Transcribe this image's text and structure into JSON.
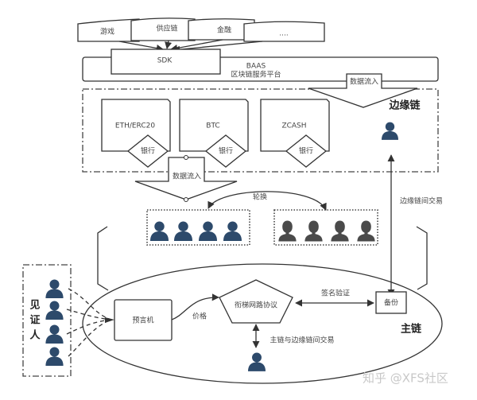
{
  "apps": [
    {
      "label": "游戏"
    },
    {
      "label": "供应链"
    },
    {
      "label": "金融"
    },
    {
      "label": "...."
    }
  ],
  "sdk": {
    "label": "SDK"
  },
  "baas": {
    "title": "BAAS",
    "subtitle": "区块链服务平台"
  },
  "data_flow_top": {
    "label": "数据流入"
  },
  "edge_chain": {
    "title": "边缘链"
  },
  "chains": [
    {
      "label": "ETH/ERC20",
      "bank": "银行"
    },
    {
      "label": "BTC",
      "bank": "银行"
    },
    {
      "label": "ZCASH",
      "bank": "银行"
    }
  ],
  "data_flow_mid": {
    "label": "数据流入"
  },
  "rotation": {
    "label": "轮换"
  },
  "edge_tx": {
    "label": "边缘链间交易"
  },
  "witness": {
    "title": "见证人",
    "chars": [
      "见",
      "证",
      "人"
    ]
  },
  "main_chain": {
    "title": "主链",
    "oracle": "预言机",
    "price": "价格",
    "protocol": "衔梯网路协议",
    "signature": "签名验证",
    "backup": "备份",
    "main_edge_tx": "主链与边缘链间交易"
  },
  "watermark": {
    "text": "知乎 @XFS社区"
  }
}
